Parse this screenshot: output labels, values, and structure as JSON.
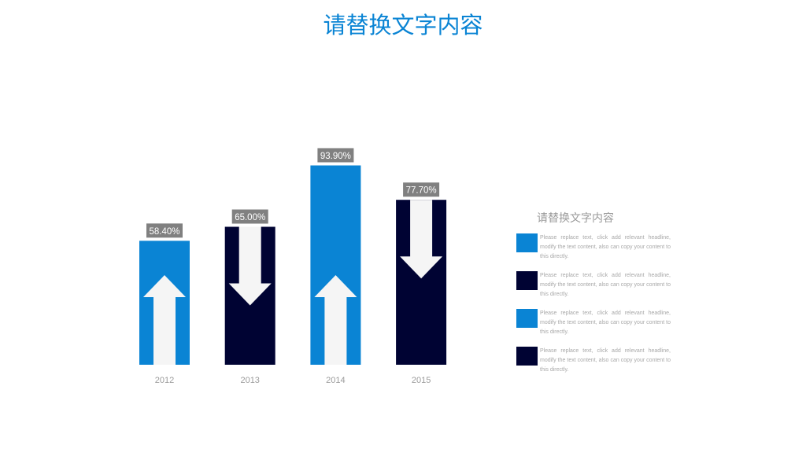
{
  "title": "请替换文字内容",
  "chart_data": {
    "type": "bar",
    "categories": [
      "2012",
      "2013",
      "2014",
      "2015"
    ],
    "values": [
      58.4,
      65.0,
      93.9,
      77.7
    ],
    "value_labels": [
      "58.40%",
      "65.00%",
      "93.90%",
      "77.70%"
    ],
    "arrows": [
      "up",
      "down",
      "up",
      "down"
    ],
    "colors": [
      "#0a84d4",
      "#000333",
      "#0a84d4",
      "#000333"
    ],
    "ylim": [
      0,
      100
    ],
    "grid": false,
    "legend": "right"
  },
  "panel": {
    "title": "请替换文字内容",
    "items": [
      {
        "color": "#0a84d4",
        "text": "Please replace text, click add relevant headline, modify the text content, also can copy your content to this directly."
      },
      {
        "color": "#000333",
        "text": "Please replace text, click add relevant headline, modify the text content, also can copy your content to this directly."
      },
      {
        "color": "#0a84d4",
        "text": "Please replace text, click add relevant headline, modify the text content, also can copy your content to this directly."
      },
      {
        "color": "#000333",
        "text": "Please replace text, click add relevant headline, modify the text content, also can copy your content to this directly."
      }
    ]
  },
  "colors": {
    "accent": "#0a84d4",
    "dark": "#000333",
    "label_bg": "#808080",
    "arrow": "#f5f5f5"
  }
}
